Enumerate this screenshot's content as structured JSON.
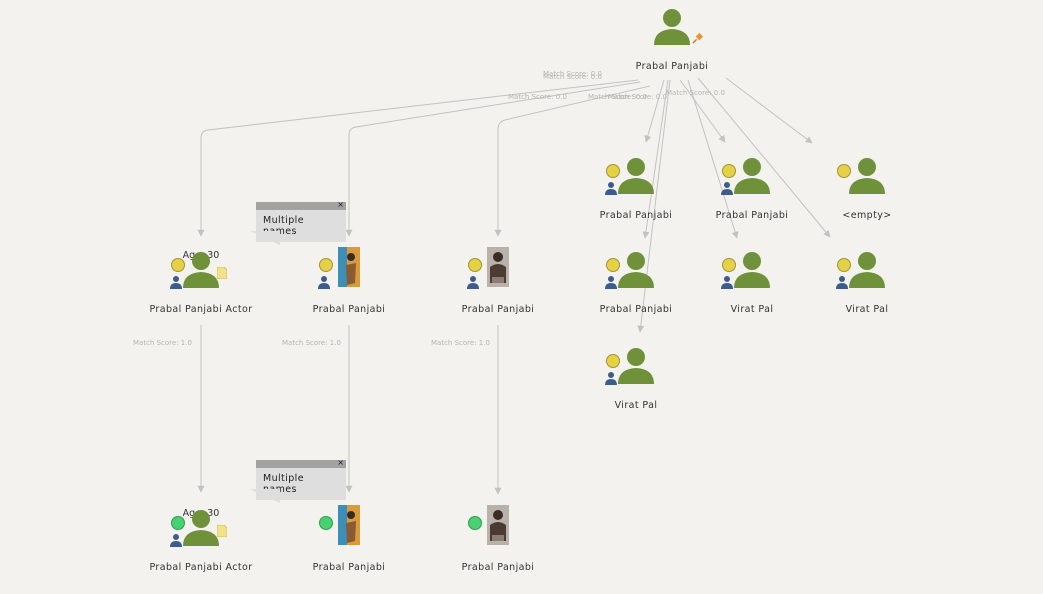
{
  "edge_labels": {
    "top": [
      "Match Score: 0.0",
      "Match Score: 0.0",
      "Match Score: 0.0",
      "Match Score: 0.0"
    ],
    "left": "Match Score: 0.0",
    "right": "Match Score: 0.0",
    "col1": "Match Score: 1.0",
    "col2": "Match Score: 1.0",
    "col3": "Match Score: 1.0"
  },
  "root": {
    "name": "Prabal Panjabi"
  },
  "row1": [
    {
      "name": "Prabal Panjabi Actor",
      "age": "Age: 30"
    },
    {
      "name": "Prabal Panjabi"
    },
    {
      "name": "Prabal Panjabi"
    }
  ],
  "row2": [
    {
      "name": "Prabal Panjabi Actor",
      "age": "Age: 30"
    },
    {
      "name": "Prabal Panjabi"
    },
    {
      "name": "Prabal Panjabi"
    }
  ],
  "right_nodes": [
    {
      "name": "Prabal Panjabi"
    },
    {
      "name": "Prabal Panjabi"
    },
    {
      "name": "<empty>"
    },
    {
      "name": "Prabal Panjabi"
    },
    {
      "name": "Virat Pal"
    },
    {
      "name": "Virat Pal"
    },
    {
      "name": "Virat Pal"
    }
  ],
  "tooltips": [
    {
      "text": "Multiple names",
      "close": "×"
    },
    {
      "text": "Multiple names",
      "close": "×"
    }
  ],
  "colors": {
    "person": "#6f913a",
    "badge_yellow": "#e5d146",
    "badge_green": "#47d170",
    "mini_person": "#3c5c8d",
    "pin": "#e8972a",
    "edge": "#c2c2c2"
  }
}
